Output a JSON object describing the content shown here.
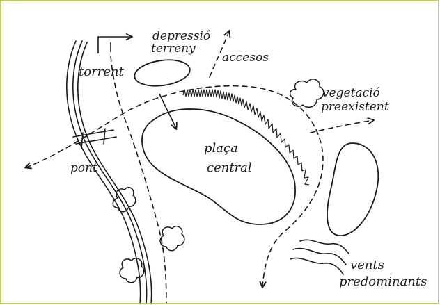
{
  "labels": {
    "depressio": "depressió",
    "terreny": "terreny",
    "torrent": "torrent",
    "accessos": "accesos",
    "vegetacio": "vegetació",
    "preexistent": "preexistent",
    "plaza": "plaça",
    "central": "central",
    "pont": "pont",
    "vents": "vents",
    "predominants": "predominants"
  },
  "colors": {
    "ink": "#1b1b1b",
    "frame": "#b9cf5a"
  }
}
